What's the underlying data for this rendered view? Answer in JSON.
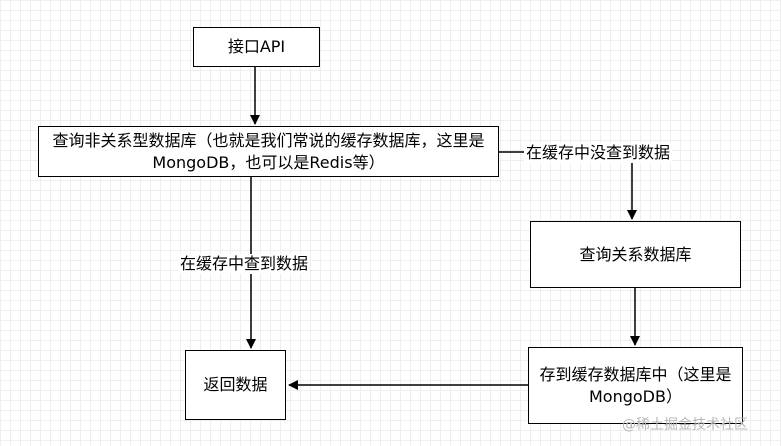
{
  "nodes": {
    "api": "接口API",
    "query_nosql": "查询非关系型数据库（也就是我们常说的缓存数据库，这里是MongoDB，也可以是Redis等）",
    "query_relational": "查询关系数据库",
    "store_cache": "存到缓存数据库中（这里是MongoDB）",
    "return_data": "返回数据"
  },
  "edge_labels": {
    "cache_miss": "在缓存中没查到数据",
    "cache_hit": "在缓存中查到数据"
  },
  "watermark": "@稀土掘金技术社区"
}
